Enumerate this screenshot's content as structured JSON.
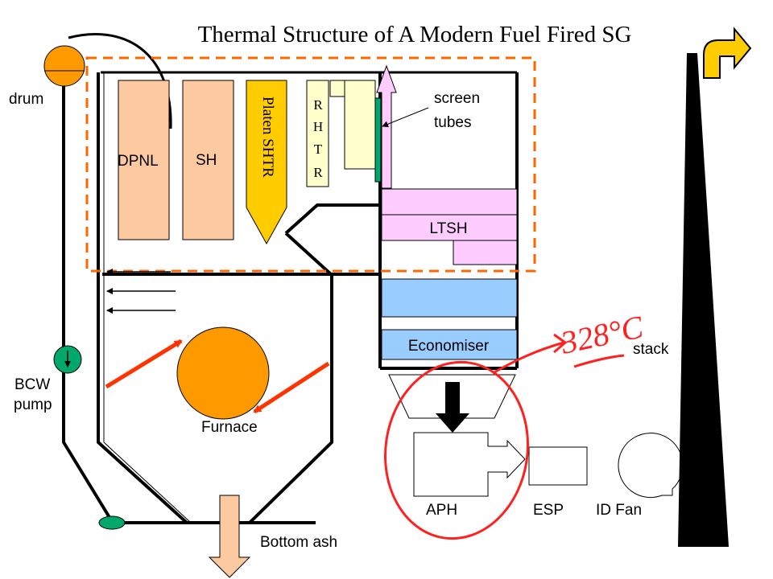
{
  "title": "Thermal Structure of A Modern Fuel Fired SG",
  "labels": {
    "drum": "drum",
    "dpnl": "DPNL",
    "sh": "SH",
    "platen": "Platen SHTR",
    "rhtr": [
      "R",
      "H",
      "T",
      "R"
    ],
    "screen_tubes": [
      "screen",
      "tubes"
    ],
    "ltsh": "LTSH",
    "economiser": "Economiser",
    "stack": "stack",
    "bcw_pump": [
      "BCW",
      "pump"
    ],
    "furnace": "Furnace",
    "aph": "APH",
    "esp": "ESP",
    "id_fan": "ID Fan",
    "bottom_ash": "Bottom ash"
  },
  "annotation": {
    "temperature": "328°C"
  },
  "colors": {
    "panel_tan": "#FCC9A0",
    "platen_yellow": "#FFCC00",
    "pale_yellow": "#FFFFCC",
    "pink": "#FFCCFF",
    "blue": "#99CCFF",
    "orange": "#FF9900",
    "green": "#00A86B",
    "red": "#FF3300",
    "black": "#000000"
  }
}
